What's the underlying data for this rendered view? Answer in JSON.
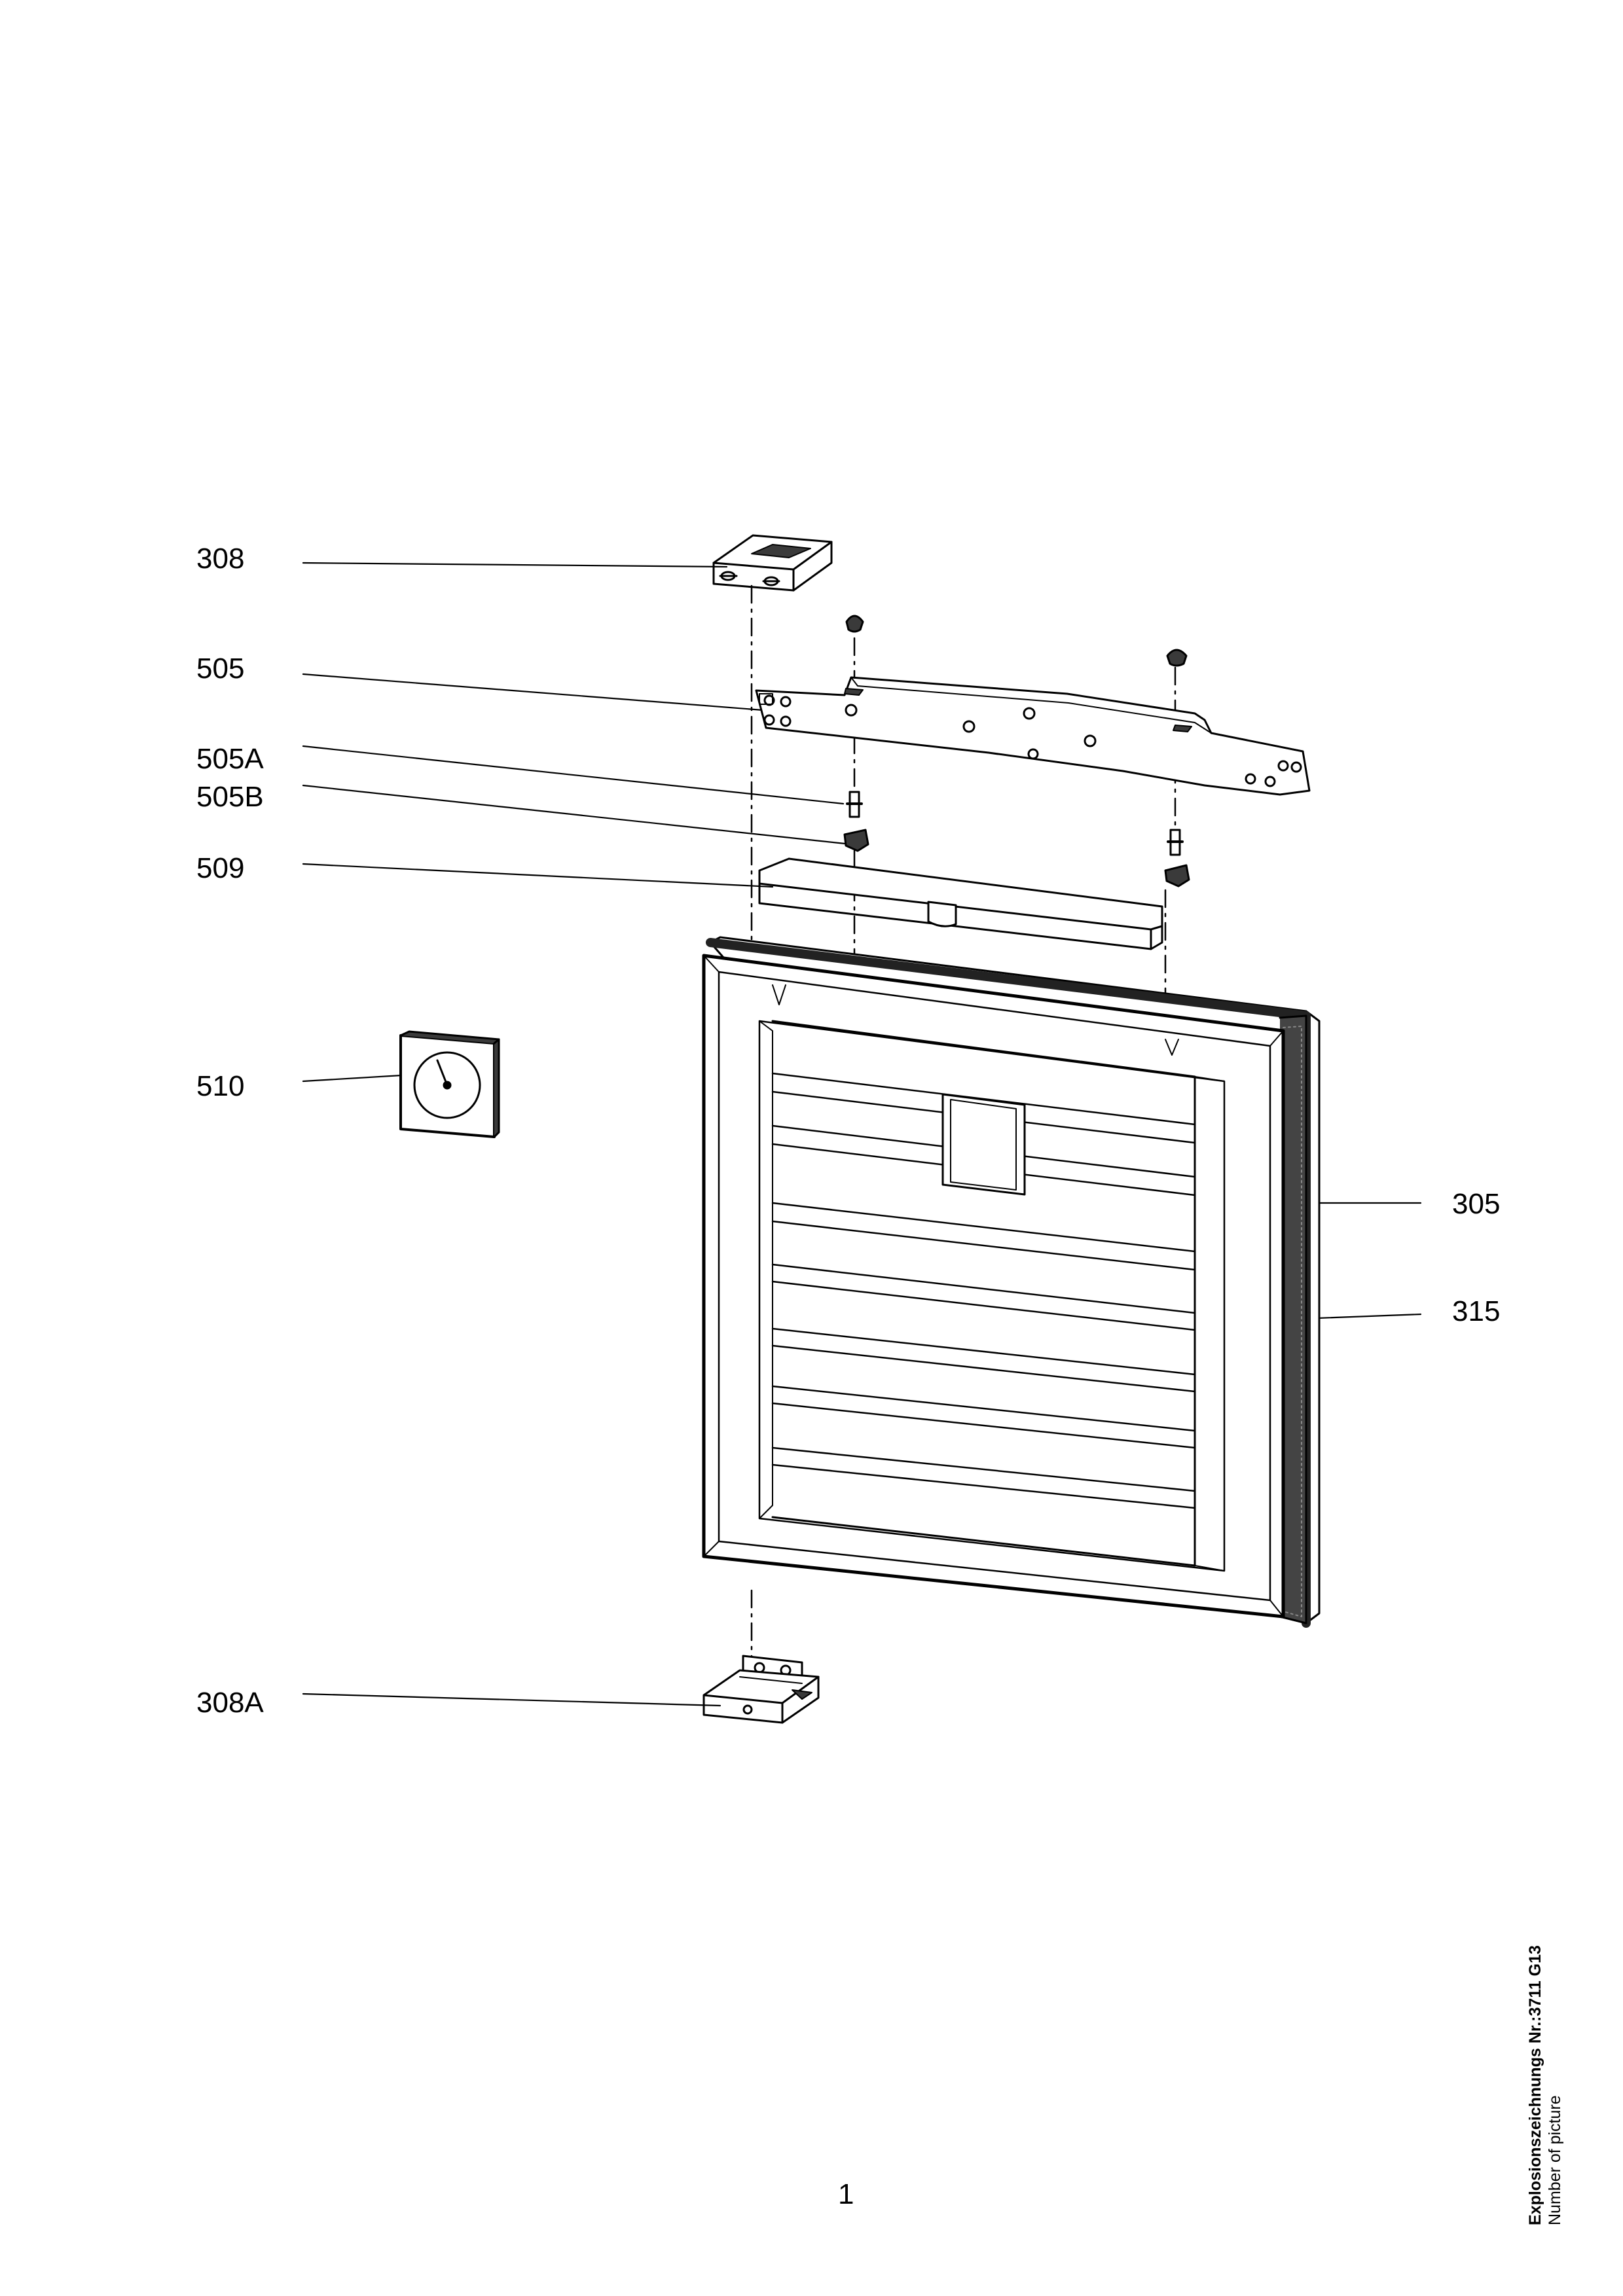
{
  "callouts": [
    {
      "id": "308",
      "label": "308"
    },
    {
      "id": "505",
      "label": "505"
    },
    {
      "id": "505a",
      "label": "505A"
    },
    {
      "id": "505b",
      "label": "505B"
    },
    {
      "id": "509",
      "label": "509"
    },
    {
      "id": "510",
      "label": "510"
    },
    {
      "id": "305",
      "label": "305"
    },
    {
      "id": "315",
      "label": "315"
    },
    {
      "id": "308a",
      "label": "308A"
    }
  ],
  "page_number": "1",
  "caption": {
    "title": "Explosionszeichnungs Nr.:3711 G13",
    "subtitle": "Number of picture"
  },
  "colors": {
    "ink": "#000000",
    "paper": "#ffffff",
    "shade": "#3a3a3a"
  }
}
